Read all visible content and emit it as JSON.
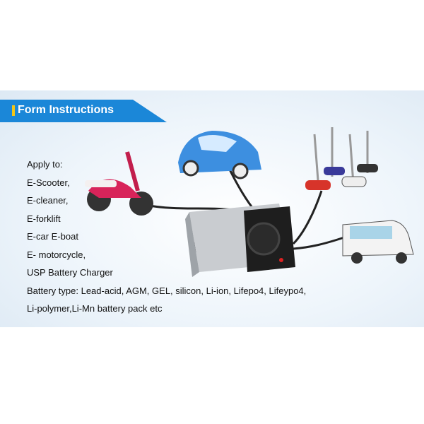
{
  "header": {
    "title": "Form Instructions",
    "accent": "#1b87d8",
    "marker_color": "#f2c618"
  },
  "apply": {
    "heading": "Apply to:",
    "items": [
      "E-Scooter,",
      "E-cleaner,",
      "E-forklift",
      "E-car E-boat",
      "E- motorcycle,",
      "USP Battery Charger"
    ],
    "battery_type": "Battery type: Lead-acid, AGM, GEL, silicon, Li-ion, Lifepo4, Lifeypo4,",
    "battery_type_cont": "Li-polymer,Li-Mn battery pack etc"
  }
}
